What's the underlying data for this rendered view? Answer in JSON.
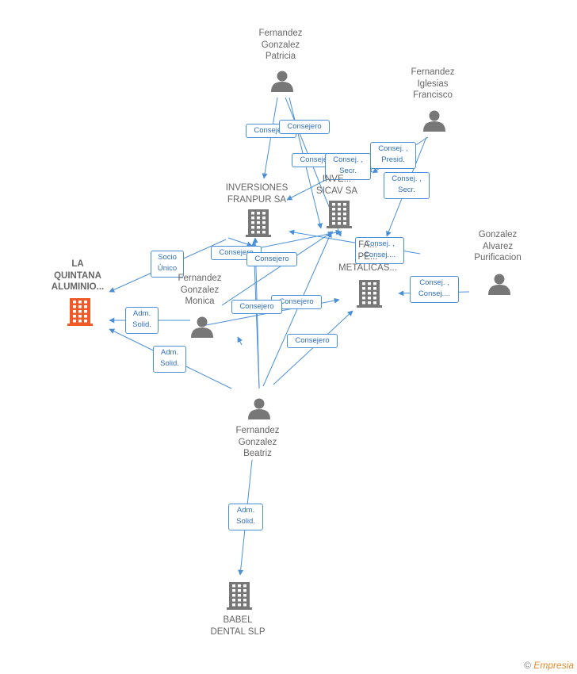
{
  "nodes": {
    "patricia": {
      "label": "Fernandez\nGonzalez\nPatricia",
      "kind": "person"
    },
    "francisco": {
      "label": "Fernandez\nIglesias\nFrancisco",
      "kind": "person"
    },
    "inversiones_franpur": {
      "label": "INVERSIONES\nFRANPUR SA",
      "kind": "company"
    },
    "inver_sicav": {
      "label": "INVE...\nSICAV SA",
      "kind": "company"
    },
    "gonzalez_alvarez": {
      "label": "Gonzalez\nAlvarez\nPurificacion",
      "kind": "person"
    },
    "la_quintana": {
      "label": "LA\nQUINTANA\nALUMINIO...",
      "kind": "company-main"
    },
    "monica": {
      "label": "Fernandez\nGonzalez\nMonica",
      "kind": "person"
    },
    "metalicas": {
      "label": "FA...\nPE...\nMETALICAS...",
      "kind": "company"
    },
    "beatriz": {
      "label": "Fernandez\nGonzalez\nBeatriz",
      "kind": "person"
    },
    "babel": {
      "label": "BABEL\nDENTAL  SLP",
      "kind": "company"
    }
  },
  "edges": [
    {
      "label": "Consejero"
    },
    {
      "label": "Consejero"
    },
    {
      "label": "Consejero"
    },
    {
      "label": "Consej. ,\nSecr."
    },
    {
      "label": "Consej. ,\nPresid."
    },
    {
      "label": "Consej. ,\nSecr."
    },
    {
      "label": "Consej. ,\nConsej...."
    },
    {
      "label": "Consej. ,\nConsej...."
    },
    {
      "label": "Socio\nÚnico"
    },
    {
      "label": "Consejero"
    },
    {
      "label": "Consejero"
    },
    {
      "label": "Adm.\nSolid."
    },
    {
      "label": "Consejero"
    },
    {
      "label": "Consejero"
    },
    {
      "label": "Adm.\nSolid."
    },
    {
      "label": "Consejero"
    },
    {
      "label": "Adm.\nSolid."
    }
  ],
  "footer": {
    "copyright": "©",
    "brand": "Empresia"
  },
  "colors": {
    "edge": "#4a90d9",
    "person": "#777777",
    "company": "#777777",
    "main_company": "#f05a28"
  }
}
